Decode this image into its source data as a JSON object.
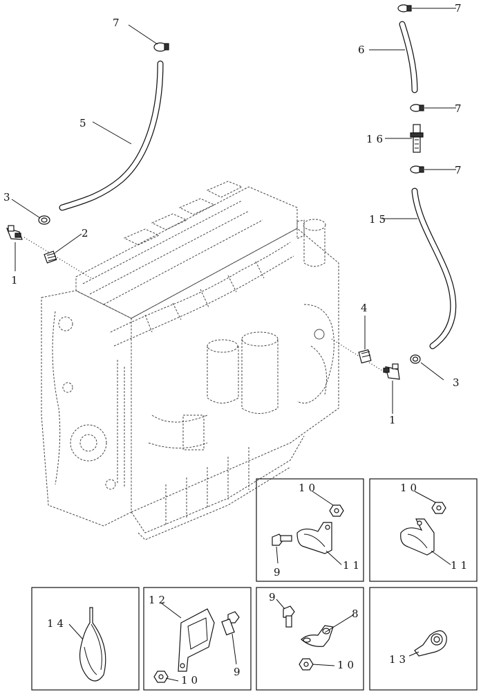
{
  "callouts": {
    "c1a": "1",
    "c1b": "1",
    "c2": "2",
    "c3a": "3",
    "c3b": "3",
    "c4": "4",
    "c5": "5",
    "c6": "6",
    "c7a": "7",
    "c7b": "7",
    "c7c": "7",
    "c7d": "7",
    "c8": "8",
    "c9a": "9",
    "c9b": "9",
    "c9c": "9",
    "c10a": "10",
    "c10b": "10",
    "c10c": "10",
    "c10d": "10",
    "c11a": "11",
    "c11b": "11",
    "c12": "12",
    "c13": "13",
    "c14": "14",
    "c15": "15",
    "c16": "16"
  }
}
